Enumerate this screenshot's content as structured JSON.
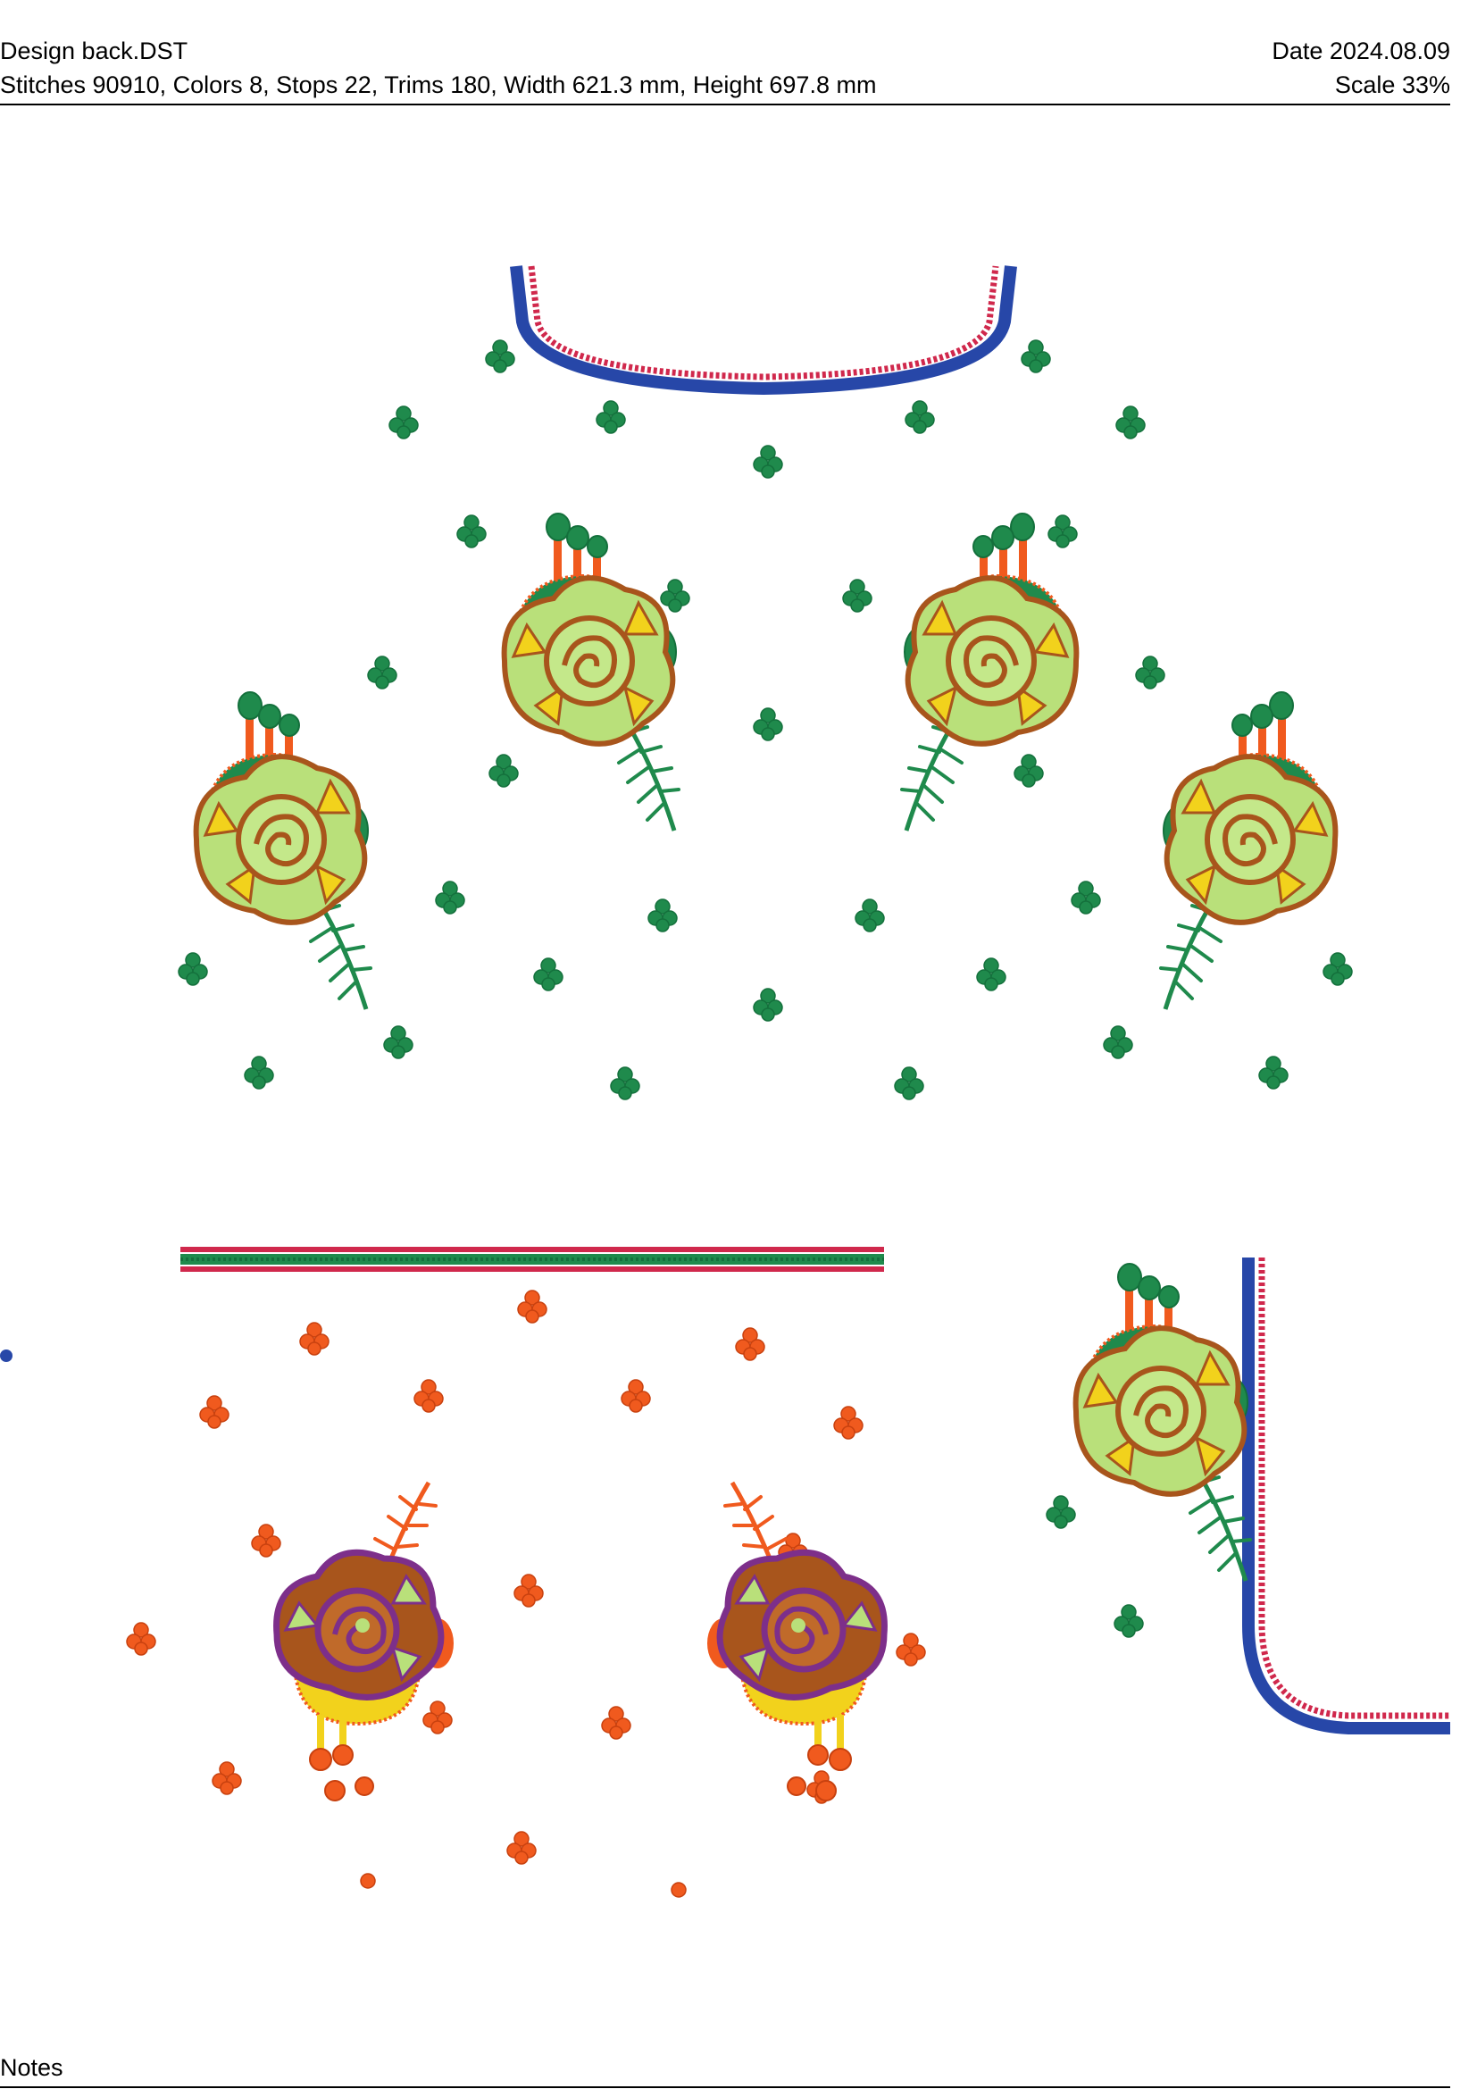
{
  "header": {
    "file_name": "Design back.DST",
    "date": "Date 2024.08.09",
    "stats": "Stitches 90910, Colors 8, Stops 22, Trims 180, Width 621.3 mm, Height 697.8 mm",
    "scale": "Scale 33%"
  },
  "footer": {
    "notes_label": "Notes"
  },
  "colors": {
    "green": "#1f8a4c",
    "dark_green": "#14703c",
    "orange": "#f05a1e",
    "light_green": "#b9e07a",
    "yellow": "#f2d21c",
    "purple": "#7d2f8a",
    "blue": "#2747a8",
    "red": "#d0284c",
    "brown": "#a8551c"
  }
}
